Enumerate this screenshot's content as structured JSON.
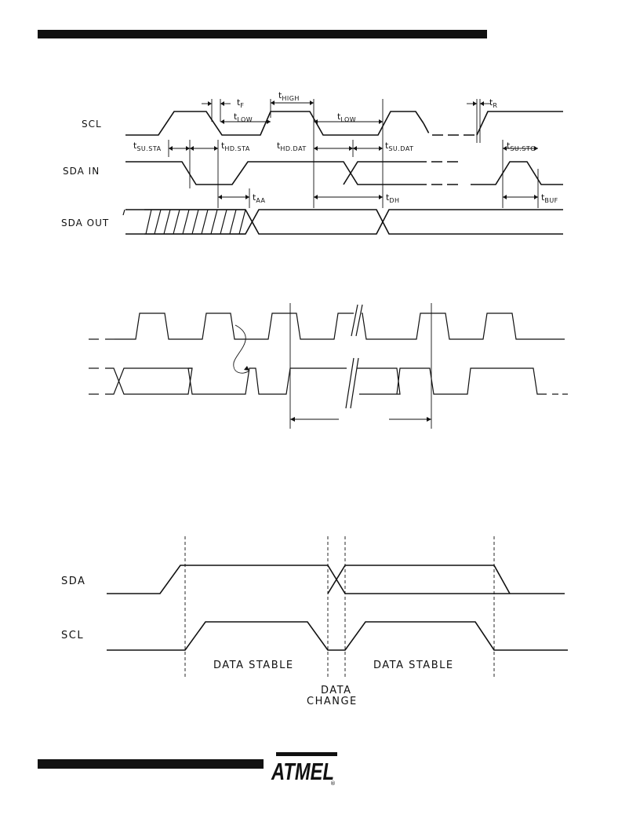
{
  "bus_timing": {
    "signals": {
      "scl": "SCL",
      "sda_in": "SDA IN",
      "sda_out": "SDA OUT"
    },
    "params": [
      {
        "t": "t",
        "s": "F"
      },
      {
        "t": "t",
        "s": "LOW"
      },
      {
        "t": "t",
        "s": "HIGH"
      },
      {
        "t": "t",
        "s": "LOW"
      },
      {
        "t": "t",
        "s": "R"
      },
      {
        "t": "t",
        "s": "SU.STA"
      },
      {
        "t": "t",
        "s": "HD.STA"
      },
      {
        "t": "t",
        "s": "HD.DAT"
      },
      {
        "t": "t",
        "s": "SU.DAT"
      },
      {
        "t": "t",
        "s": "SU.STO"
      },
      {
        "t": "t",
        "s": "AA"
      },
      {
        "t": "t",
        "s": "DH"
      },
      {
        "t": "t",
        "s": "BUF"
      }
    ]
  },
  "data_validity": {
    "signals": {
      "sda": "SDA",
      "scl": "SCL"
    },
    "stable_label": "DATA STABLE",
    "change_label": [
      "DATA",
      "CHANGE"
    ]
  },
  "logo": {
    "text": "ATMEL",
    "mark": "®"
  }
}
